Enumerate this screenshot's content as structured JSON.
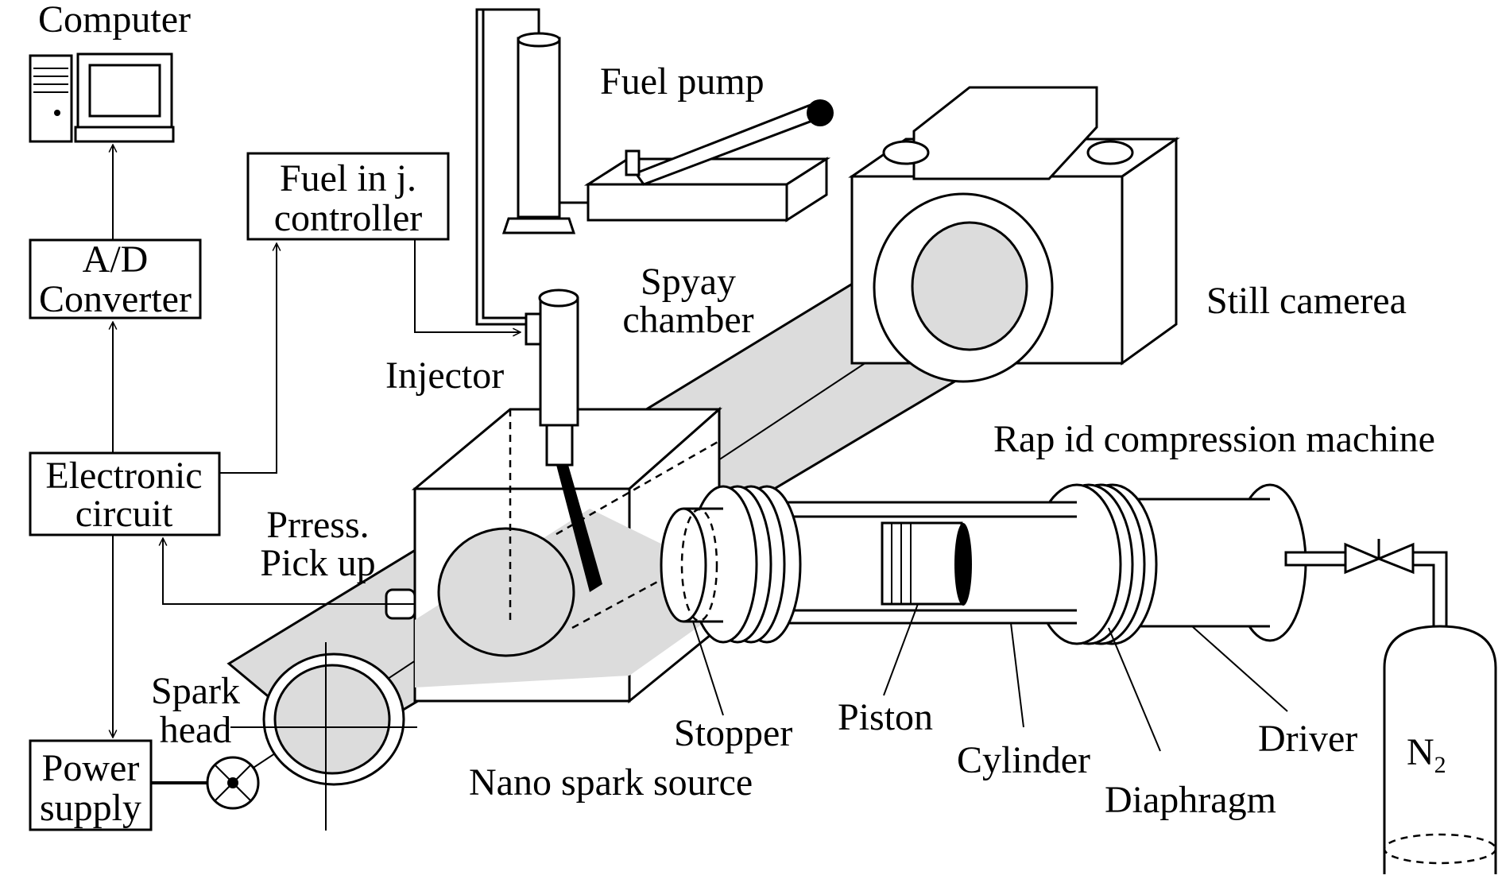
{
  "labels": {
    "computer": "Computer",
    "fuel_inj_line1": "Fuel in j.",
    "fuel_inj_line2": "controller",
    "fuel_pump": "Fuel pump",
    "ad_line1": "A/D",
    "ad_line2": "Converter",
    "spray_line1": "Spyay",
    "spray_line2": "chamber",
    "still_camera": "Still camerea",
    "injector": "Injector",
    "rcm": "Rap id compression machine",
    "electronic_line1": "Electronic",
    "electronic_line2": "circuit",
    "press_line1": "Prress.",
    "press_line2": "Pick up",
    "spark_line1": "Spark",
    "spark_line2": "head",
    "power_line1": "Power",
    "power_line2": "supply",
    "stopper": "Stopper",
    "piston": "Piston",
    "driver": "Driver",
    "n2_base": "N",
    "n2_sub": "2",
    "cylinder": "Cylinder",
    "diaphragm": "Diaphragm",
    "nano": "Nano spark source"
  },
  "colors": {
    "beam_fill": "#dcdcdc",
    "line": "#000000",
    "background": "#ffffff"
  }
}
